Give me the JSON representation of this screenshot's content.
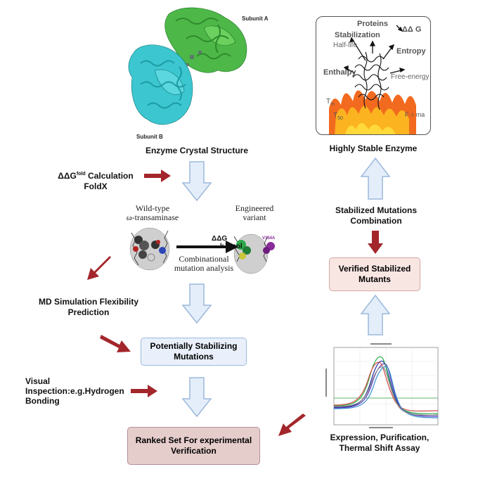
{
  "crystal": {
    "subunit_a": "Subunit A",
    "subunit_b": "Subunit B",
    "caption": "Enzyme Crystal Structure"
  },
  "stable_enzyme": {
    "proteins": "Proteins",
    "ddg": "ΔΔ G",
    "stabilization": "Stabilization",
    "half_life": "Half-life",
    "entropy": "Entropy",
    "enthalpy": "Enthalpy",
    "free_energy": "Free-energy",
    "tm_main": "T",
    "tm_sub": "m",
    "t50_main": "T",
    "t50_sub": "50",
    "fma": "F = ma",
    "caption": "Highly Stable Enzyme"
  },
  "left": {
    "ddg_line1_pre": "ΔΔG",
    "ddg_line1_sup": "fold",
    "ddg_line1_post": " Calculation",
    "ddg_line2": "FoldX",
    "md_line1": "MD Simulation Flexibility",
    "md_line2": "Prediction",
    "visual_line1": "Visual",
    "visual_line2": "Inspection:e.g.Hydrogen",
    "visual_line3": "Bonding"
  },
  "transaminase": {
    "wild_line1": "Wild-type",
    "wild_line2": "ω-transaminase",
    "engineered_line1": "Engineered",
    "engineered_line2": "variant",
    "combi_line1": "Combinational",
    "combi_line2": "mutation analysis",
    "ddg_overlay": "ΔΔG",
    "kjmol": "kJ/mol",
    "v154a": "V154A"
  },
  "boxes": {
    "potentially_line1": "Potentially Stabilizing",
    "potentially_line2": "Mutations",
    "ranked_line1": "Ranked Set For experimental",
    "ranked_line2": "Verification",
    "verified_line1": "Verified Stabilized",
    "verified_line2": "Mutants"
  },
  "right": {
    "combination_line1": "Stabilized Mutations",
    "combination_line2": "Combination",
    "expression_line1": "Expression, Purification,",
    "expression_line2": "Thermal Shift Assay"
  },
  "colors": {
    "red_arrow": "#a3262b",
    "blue_arrow_fill": "#e4eefa",
    "blue_arrow_stroke": "#9cb9dc",
    "box_blue_fill": "#e9f0fb",
    "box_pink_fill": "#f8e6e3",
    "box_mauve_fill": "#e5cdcb"
  }
}
